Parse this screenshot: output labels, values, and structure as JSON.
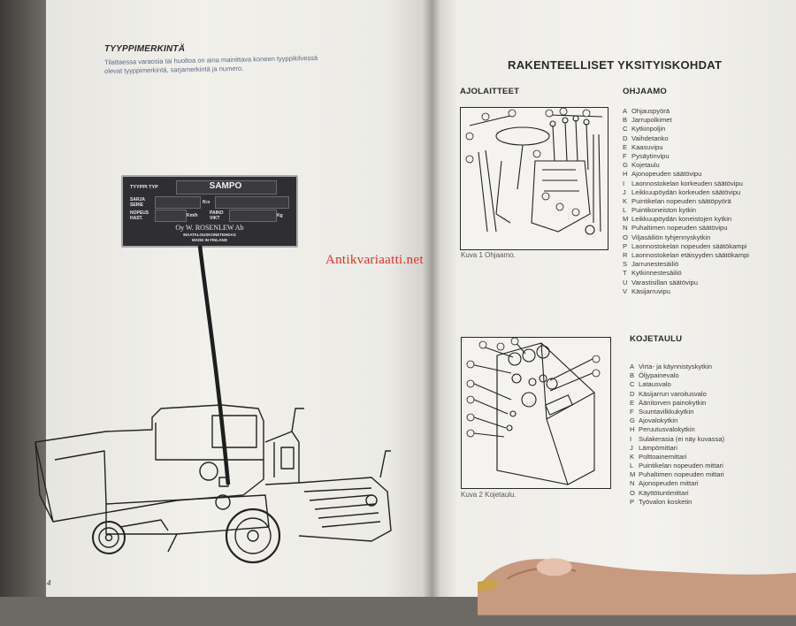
{
  "left_page": {
    "heading": "TYYPPIMERKINTÄ",
    "paragraph_lines": [
      "Tilattaessa varaosia tai huoltoa on aina mainittava koneen tyyppikilvessä",
      "olevat tyyppimerkintä, sarjamerkintä ja numero."
    ],
    "page_number": "4",
    "type_plate": {
      "type_label": "TYYPPI TYP",
      "model": "SAMPO",
      "serial_label_1": "SARJA",
      "serial_label_2": "SERIE",
      "number_label": "N:o",
      "speed_label_1": "NOPEUS",
      "speed_label_2": "HAST.",
      "speed_unit": "Km/h",
      "weight_label_1": "PAINO",
      "weight_label_2": "VIKT",
      "weight_unit": "Kg",
      "maker": "Oy W. ROSENLEW Ab",
      "maker_sub": "MAATALOUSKONETEHDAS",
      "made_in": "MADE IN FINLAND"
    }
  },
  "right_page": {
    "title": "RAKENTEELLISET YKSITYISKOHDAT",
    "section_controls": "AJOLAITTEET",
    "section_cab": "OHJAAMO",
    "cab_items": [
      {
        "k": "A",
        "t": "Ohjauspyörä"
      },
      {
        "k": "B",
        "t": "Jarrupolkimet"
      },
      {
        "k": "C",
        "t": "Kytkinpoljin"
      },
      {
        "k": "D",
        "t": "Vaihdetanko"
      },
      {
        "k": "E",
        "t": "Kaasuvipu"
      },
      {
        "k": "F",
        "t": "Pysäytinvipu"
      },
      {
        "k": "G",
        "t": "Kojetaulu"
      },
      {
        "k": "H",
        "t": "Ajonopeuden säätövipu"
      },
      {
        "k": "I",
        "t": "Laonnostokelan korkeuden säätövipu"
      },
      {
        "k": "J",
        "t": "Leikkuupöydän korkeuden säätövipu"
      },
      {
        "k": "K",
        "t": "Puintikelan nopeuden säätöpyörä"
      },
      {
        "k": "L",
        "t": "Puintikoneiston kytkin"
      },
      {
        "k": "M",
        "t": "Leikkuupöydän koneistojen kytkin"
      },
      {
        "k": "N",
        "t": "Puhaltimen nopeuden säätövipu"
      },
      {
        "k": "O",
        "t": "Viljasäiliön tyhjennyskytkin"
      },
      {
        "k": "P",
        "t": "Laonnostokelan nopeuden säätökampi"
      },
      {
        "k": "R",
        "t": "Laonnostokelan etäisyyden säätökampi"
      },
      {
        "k": "S",
        "t": "Jarrunestesäiliö"
      },
      {
        "k": "T",
        "t": "Kytkinnestesäiliö"
      },
      {
        "k": "U",
        "t": "Varastisillan säätövipu"
      },
      {
        "k": "V",
        "t": "Käsijarruvipu"
      }
    ],
    "caption_1": "Kuva 1  Ohjaamo.",
    "section_dash": "KOJETAULU",
    "dash_items": [
      {
        "k": "A",
        "t": "Virta- ja käynnistyskytkin"
      },
      {
        "k": "B",
        "t": "Öljypainevalo"
      },
      {
        "k": "C",
        "t": "Latausvalo"
      },
      {
        "k": "D",
        "t": "Käsijarrun varoitusvalo"
      },
      {
        "k": "E",
        "t": "Äänitorven painokytkin"
      },
      {
        "k": "F",
        "t": "Suuntavilkkukytkin"
      },
      {
        "k": "G",
        "t": "Ajovalokytkin"
      },
      {
        "k": "H",
        "t": "Peruutusvalokytkin"
      },
      {
        "k": "I",
        "t": "Sulakerasia (ei näy kuvassa)"
      },
      {
        "k": "J",
        "t": "Lämpömittari"
      },
      {
        "k": "K",
        "t": "Polttoainemittari"
      },
      {
        "k": "L",
        "t": "Puintikelan nopeuden mittari"
      },
      {
        "k": "M",
        "t": "Puhaltimen nopeuden mittari"
      },
      {
        "k": "N",
        "t": "Ajonopeuden mittari"
      },
      {
        "k": "O",
        "t": "Käyttötuntimittari"
      },
      {
        "k": "P",
        "t": "Työvalon kosketin"
      }
    ],
    "caption_2": "Kuva 2  Kojetaulu."
  },
  "watermark": "Antikvariaatti.net"
}
